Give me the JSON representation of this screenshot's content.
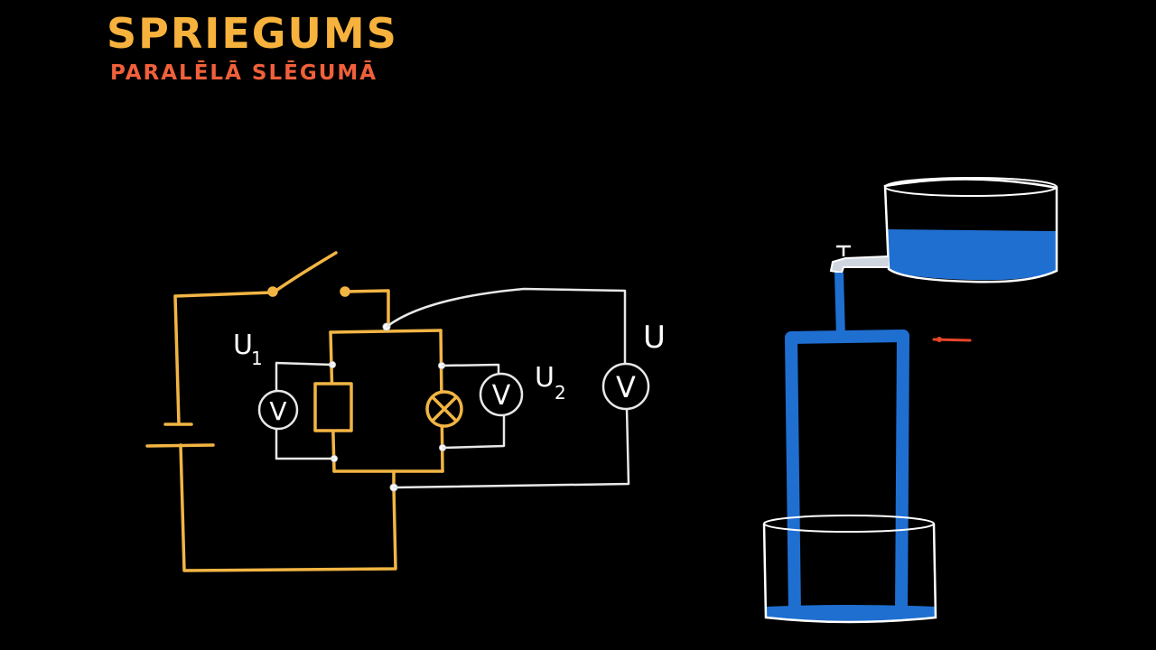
{
  "header": {
    "title": "SPRIEGUMS",
    "subtitle": "PARALĒLĀ SLĒGUMĀ"
  },
  "circuit": {
    "label_u1": "U",
    "label_u1_sub": "1",
    "label_u2": "U",
    "label_u2_sub": "2",
    "label_u": "U",
    "voltmeter_symbol": "V",
    "wire_color": "#f2b544",
    "meter_wire_color": "#e8e8e8"
  },
  "water_model": {
    "water_color": "#1f6fd1",
    "vessel_color": "#ffffff",
    "marker_color": "#e8452a"
  }
}
